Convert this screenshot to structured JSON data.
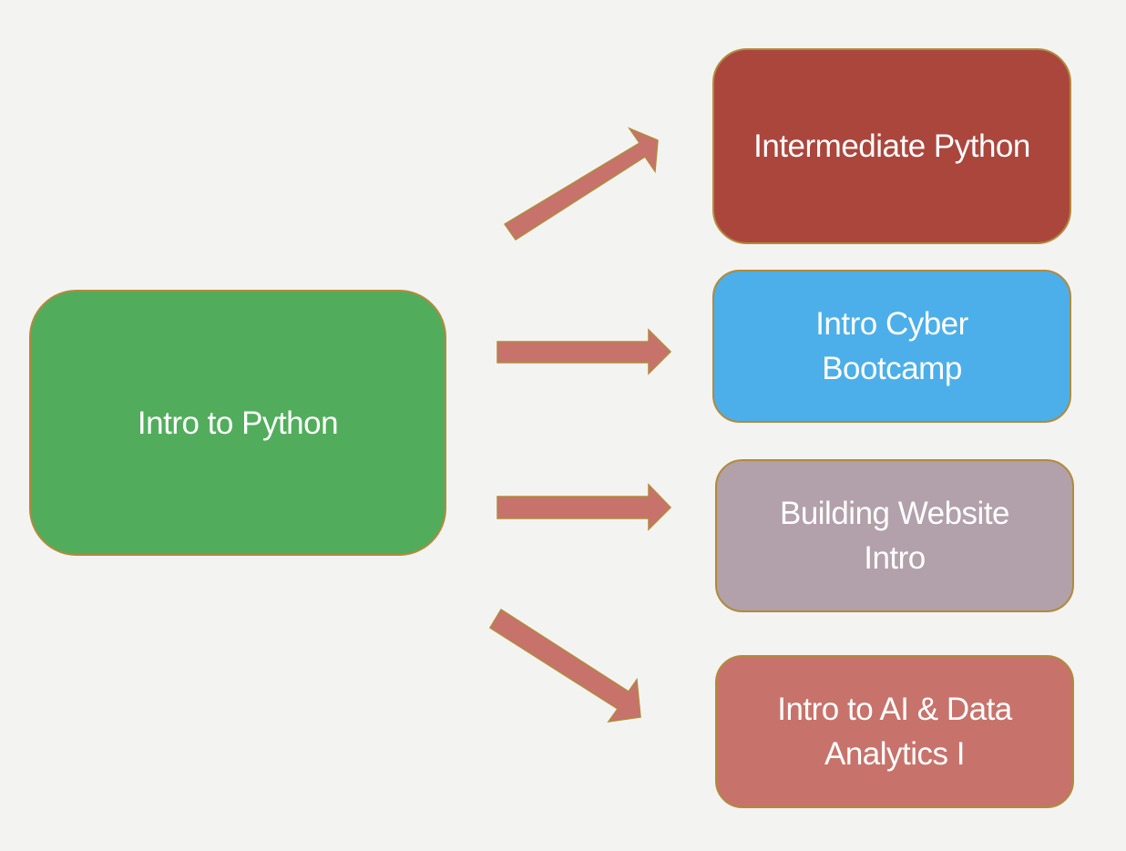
{
  "diagram": {
    "background": "#f3f3f1",
    "source": {
      "label": "Intro to Python",
      "color": "#51ad5c"
    },
    "targets": [
      {
        "label": "Intermediate Python",
        "color": "#ab463d"
      },
      {
        "label": "Intro Cyber\nBootcamp",
        "color": "#4cafe9"
      },
      {
        "label": "Building Website\nIntro",
        "color": "#b2a0aa"
      },
      {
        "label": "Intro to AI & Data\nAnalytics I",
        "color": "#c7736b"
      }
    ],
    "arrow_color": "#c7736b",
    "border_color": "#b28a3a"
  }
}
